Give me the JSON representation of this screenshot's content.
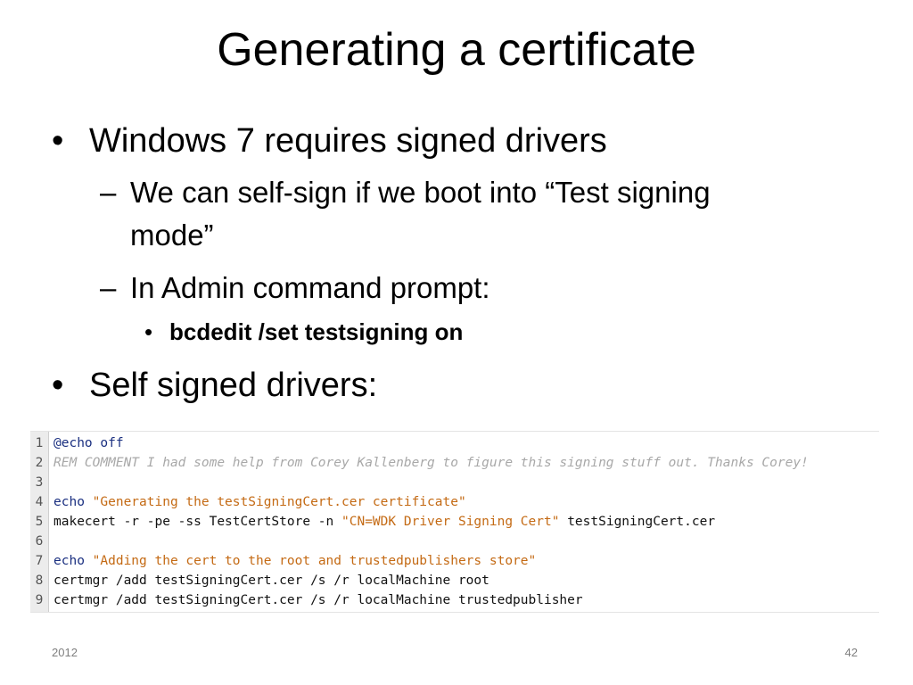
{
  "title": "Generating a certificate",
  "bullets": {
    "b1": "Windows 7 requires signed drivers",
    "b1_sub1": "We can self-sign if we boot into “Test signing mode”",
    "b1_sub2": "In Admin command prompt:",
    "b1_sub2_cmd": "bcdedit /set testsigning on",
    "b2": "Self signed drivers:"
  },
  "markers": {
    "l1": "•",
    "l2": "–",
    "l3": "•"
  },
  "code": {
    "line_numbers": [
      "1",
      "2",
      "3",
      "4",
      "5",
      "6",
      "7",
      "8",
      "9"
    ],
    "l1": "@echo off",
    "l2": "REM COMMENT I had some help from Corey Kallenberg to figure this signing stuff out. Thanks Corey!",
    "l4_cmd": "echo",
    "l4_str": "\"Generating the testSigningCert.cer certificate\"",
    "l5_a": "makecert -r -pe -ss TestCertStore -n",
    "l5_str": "\"CN=WDK Driver Signing Cert\"",
    "l5_b": "testSigningCert.cer",
    "l7_cmd": "echo",
    "l7_str": "\"Adding the cert to the root and trustedpublishers store\"",
    "l8": "certmgr /add testSigningCert.cer /s /r localMachine root",
    "l9": "certmgr /add testSigningCert.cer /s /r localMachine trustedpublisher"
  },
  "footer": {
    "year": "2012",
    "page": "42"
  },
  "colors": {
    "keyword": "#1a2f80",
    "string": "#c46a14",
    "comment": "#a8a8a8"
  }
}
